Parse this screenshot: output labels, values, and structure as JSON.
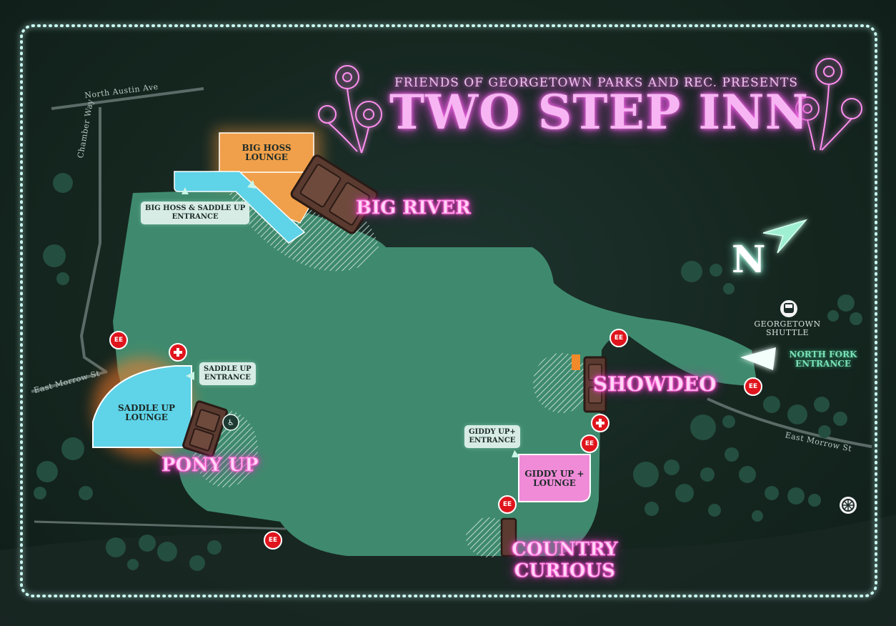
{
  "header": {
    "presents": "FRIENDS OF GEORGETOWN PARKS AND REC. PRESENTS",
    "title": "TWO STEP INN"
  },
  "roads": {
    "north_austin": "North Austin Ave",
    "chamber_way": "Chamber Way",
    "east_morrow_west": "East Morrow St",
    "east_morrow_east": "East Morrow St"
  },
  "stages": {
    "big_river": "BIG RIVER",
    "pony_up": "PONY UP",
    "showdeo": "SHOWDEO",
    "country_curious_line1": "COUNTRY",
    "country_curious_line2": "CURIOUS"
  },
  "lounges": {
    "big_hoss_line1": "BIG HOSS",
    "big_hoss_line2": "LOUNGE",
    "saddle_up_line1": "SADDLE UP",
    "saddle_up_line2": "LOUNGE",
    "giddy_up_line1": "GIDDY UP +",
    "giddy_up_line2": "LOUNGE"
  },
  "entrances": {
    "big_hoss_saddle_line1": "BIG HOSS & SADDLE UP",
    "big_hoss_saddle_line2": "ENTRANCE",
    "saddle_up_line1": "SADDLE UP",
    "saddle_up_line2": "ENTRANCE",
    "giddy_up_line1": "GIDDY UP+",
    "giddy_up_line2": "ENTRANCE",
    "north_fork_line1": "NORTH FORK",
    "north_fork_line2": "ENTRANCE"
  },
  "shuttle": {
    "line1": "GEORGETOWN",
    "line2": "SHUTTLE"
  },
  "compass": {
    "letter": "N"
  },
  "markers": {
    "emergency_exit": "EE"
  },
  "colors": {
    "grounds": "#3f8a6e",
    "big_hoss_lounge": "#f0a04a",
    "saddle_up_lounge": "#5fd3e8",
    "giddy_up_lounge": "#f08bd8",
    "neon_pink": "#ff6ed8",
    "emergency_red": "#e0141c"
  }
}
